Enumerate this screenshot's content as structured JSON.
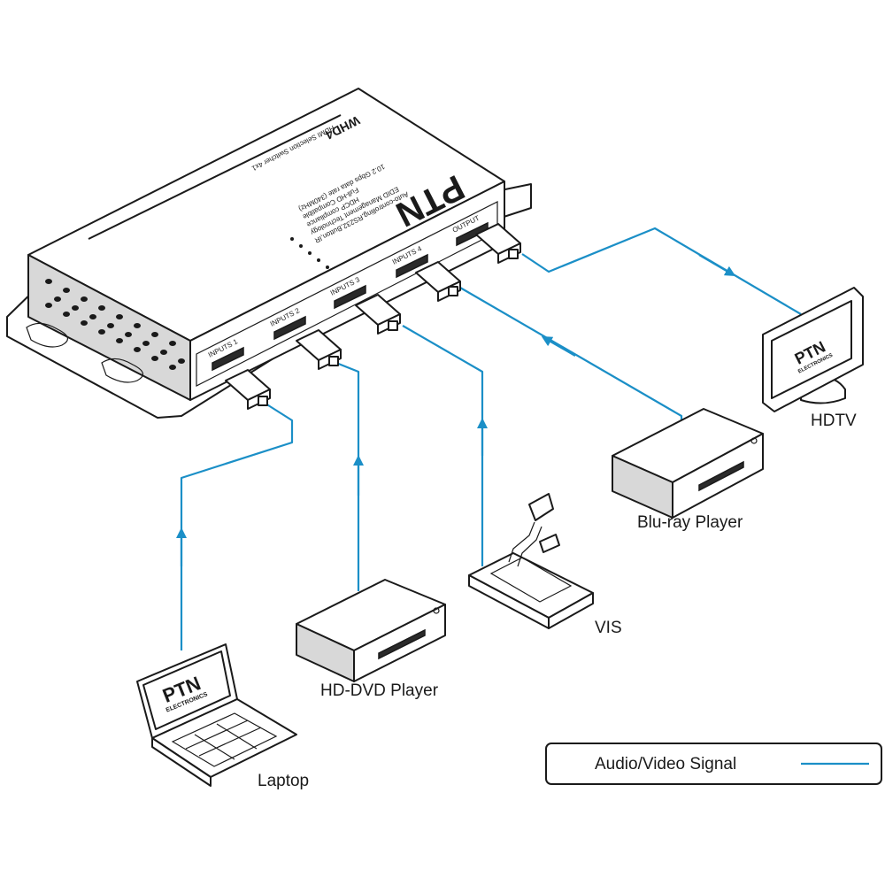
{
  "switcher": {
    "brand": "PTN",
    "model": "WHD4",
    "subtitle": "HDMI Selection Switcher 4x1",
    "features": [
      "Auto-controlling,RS232,Button,IR",
      "EDID Management Technology",
      "HDCP compliance",
      "Full-HD Compatible",
      "10.2 Gbps data rate (340MHz)"
    ],
    "ports": [
      "INPUTS 1",
      "INPUTS 2",
      "INPUTS 3",
      "INPUTS 4",
      "OUTPUT"
    ]
  },
  "devices": {
    "laptop": "Laptop",
    "hddvd": "HD-DVD Player",
    "vis": "VIS",
    "bluray": "Blu-ray Player",
    "hdtv": "HDTV"
  },
  "screen_logo": {
    "brand": "PTN",
    "sub": "ELECTRONICS"
  },
  "legend": {
    "label": "Audio/Video Signal"
  },
  "colors": {
    "signal": "#1b8fc7",
    "outline": "#1a1a1a"
  }
}
